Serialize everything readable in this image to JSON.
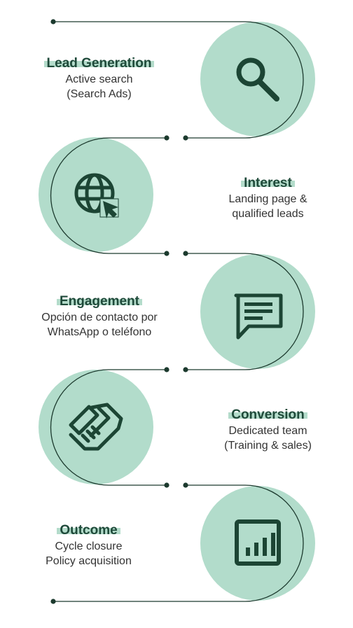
{
  "colors": {
    "circle": "#b2dccb",
    "icon": "#1c4534",
    "line": "#1c3a2e",
    "title": "#1f4a3a",
    "title_highlight": "#b4dccb",
    "text": "#333333"
  },
  "stages": [
    {
      "title": "Lead Generation",
      "desc": [
        "Active search",
        "(Search Ads)"
      ],
      "icon": "search-icon"
    },
    {
      "title": "Interest",
      "desc": [
        "Landing page &",
        "qualified leads"
      ],
      "icon": "globe-cursor-icon"
    },
    {
      "title": "Engagement",
      "desc": [
        "Opción de contacto por",
        "WhatsApp o teléfono"
      ],
      "icon": "chat-icon"
    },
    {
      "title": "Conversion",
      "desc": [
        "Dedicated team",
        "(Training & sales)"
      ],
      "icon": "handshake-icon"
    },
    {
      "title": "Outcome",
      "desc": [
        "Cycle closure",
        "Policy acquisition"
      ],
      "icon": "bar-chart-icon"
    }
  ]
}
